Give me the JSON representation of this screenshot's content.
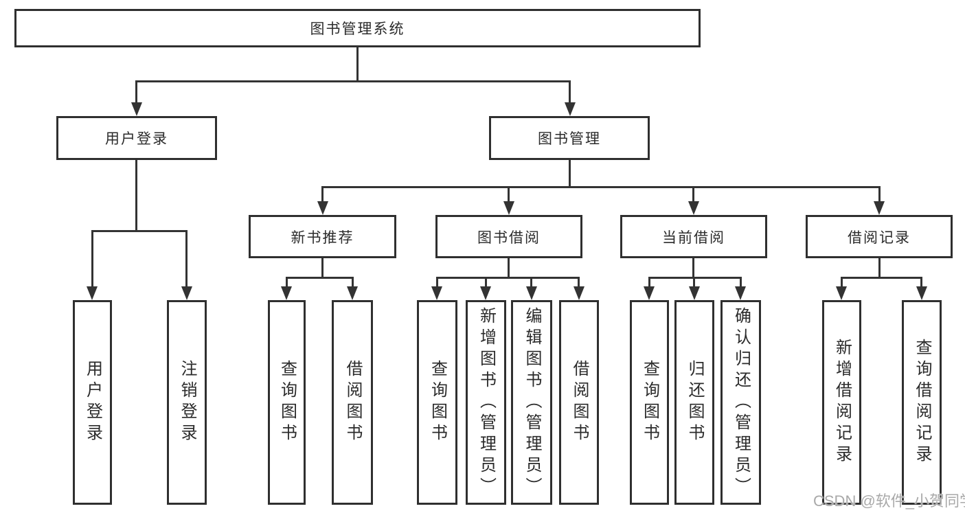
{
  "colors": {
    "line": "#333333",
    "box_border": "#2f2f2f",
    "text": "#2b2b2b",
    "background": "#ffffff",
    "watermark": "#a9a9a9"
  },
  "tree": {
    "label": "图书管理系统",
    "children": [
      {
        "label": "用户登录",
        "children": [
          {
            "label": "用户登录"
          },
          {
            "label": "注销登录"
          }
        ]
      },
      {
        "label": "图书管理",
        "children": [
          {
            "label": "新书推荐",
            "children": [
              {
                "label": "查询图书"
              },
              {
                "label": "借阅图书"
              }
            ]
          },
          {
            "label": "图书借阅",
            "children": [
              {
                "label": "查询图书"
              },
              {
                "label": "新增图书（管理员）"
              },
              {
                "label": "编辑图书（管理员）"
              },
              {
                "label": "借阅图书"
              }
            ]
          },
          {
            "label": "当前借阅",
            "children": [
              {
                "label": "查询图书"
              },
              {
                "label": "归还图书"
              },
              {
                "label": "确认归还（管理员）"
              }
            ]
          },
          {
            "label": "借阅记录",
            "children": [
              {
                "label": "新增借阅记录"
              },
              {
                "label": "查询借阅记录"
              }
            ]
          }
        ]
      }
    ]
  },
  "watermark": {
    "text": "CSDN @软件_小贺同学"
  }
}
